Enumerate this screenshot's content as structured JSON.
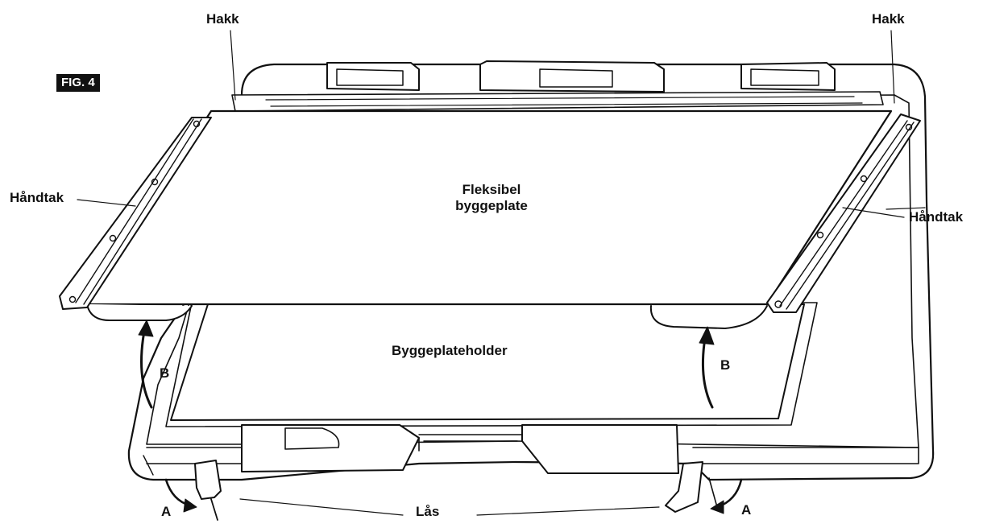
{
  "figure": {
    "badge": "FIG. 4"
  },
  "labels": {
    "notch_left": "Hakk",
    "notch_right": "Hakk",
    "handle_left": "Håndtak",
    "handle_right": "Håndtak",
    "flex_plate_line1": "Fleksibel",
    "flex_plate_line2": "byggeplate",
    "plate_holder": "Byggeplateholder",
    "arrow_b_left": "B",
    "arrow_b_right": "B",
    "arrow_a_left": "A",
    "arrow_a_right": "A",
    "lock": "Lås"
  },
  "colors": {
    "ink": "#111111",
    "paper": "#ffffff",
    "shade": "#e6e6e6"
  }
}
